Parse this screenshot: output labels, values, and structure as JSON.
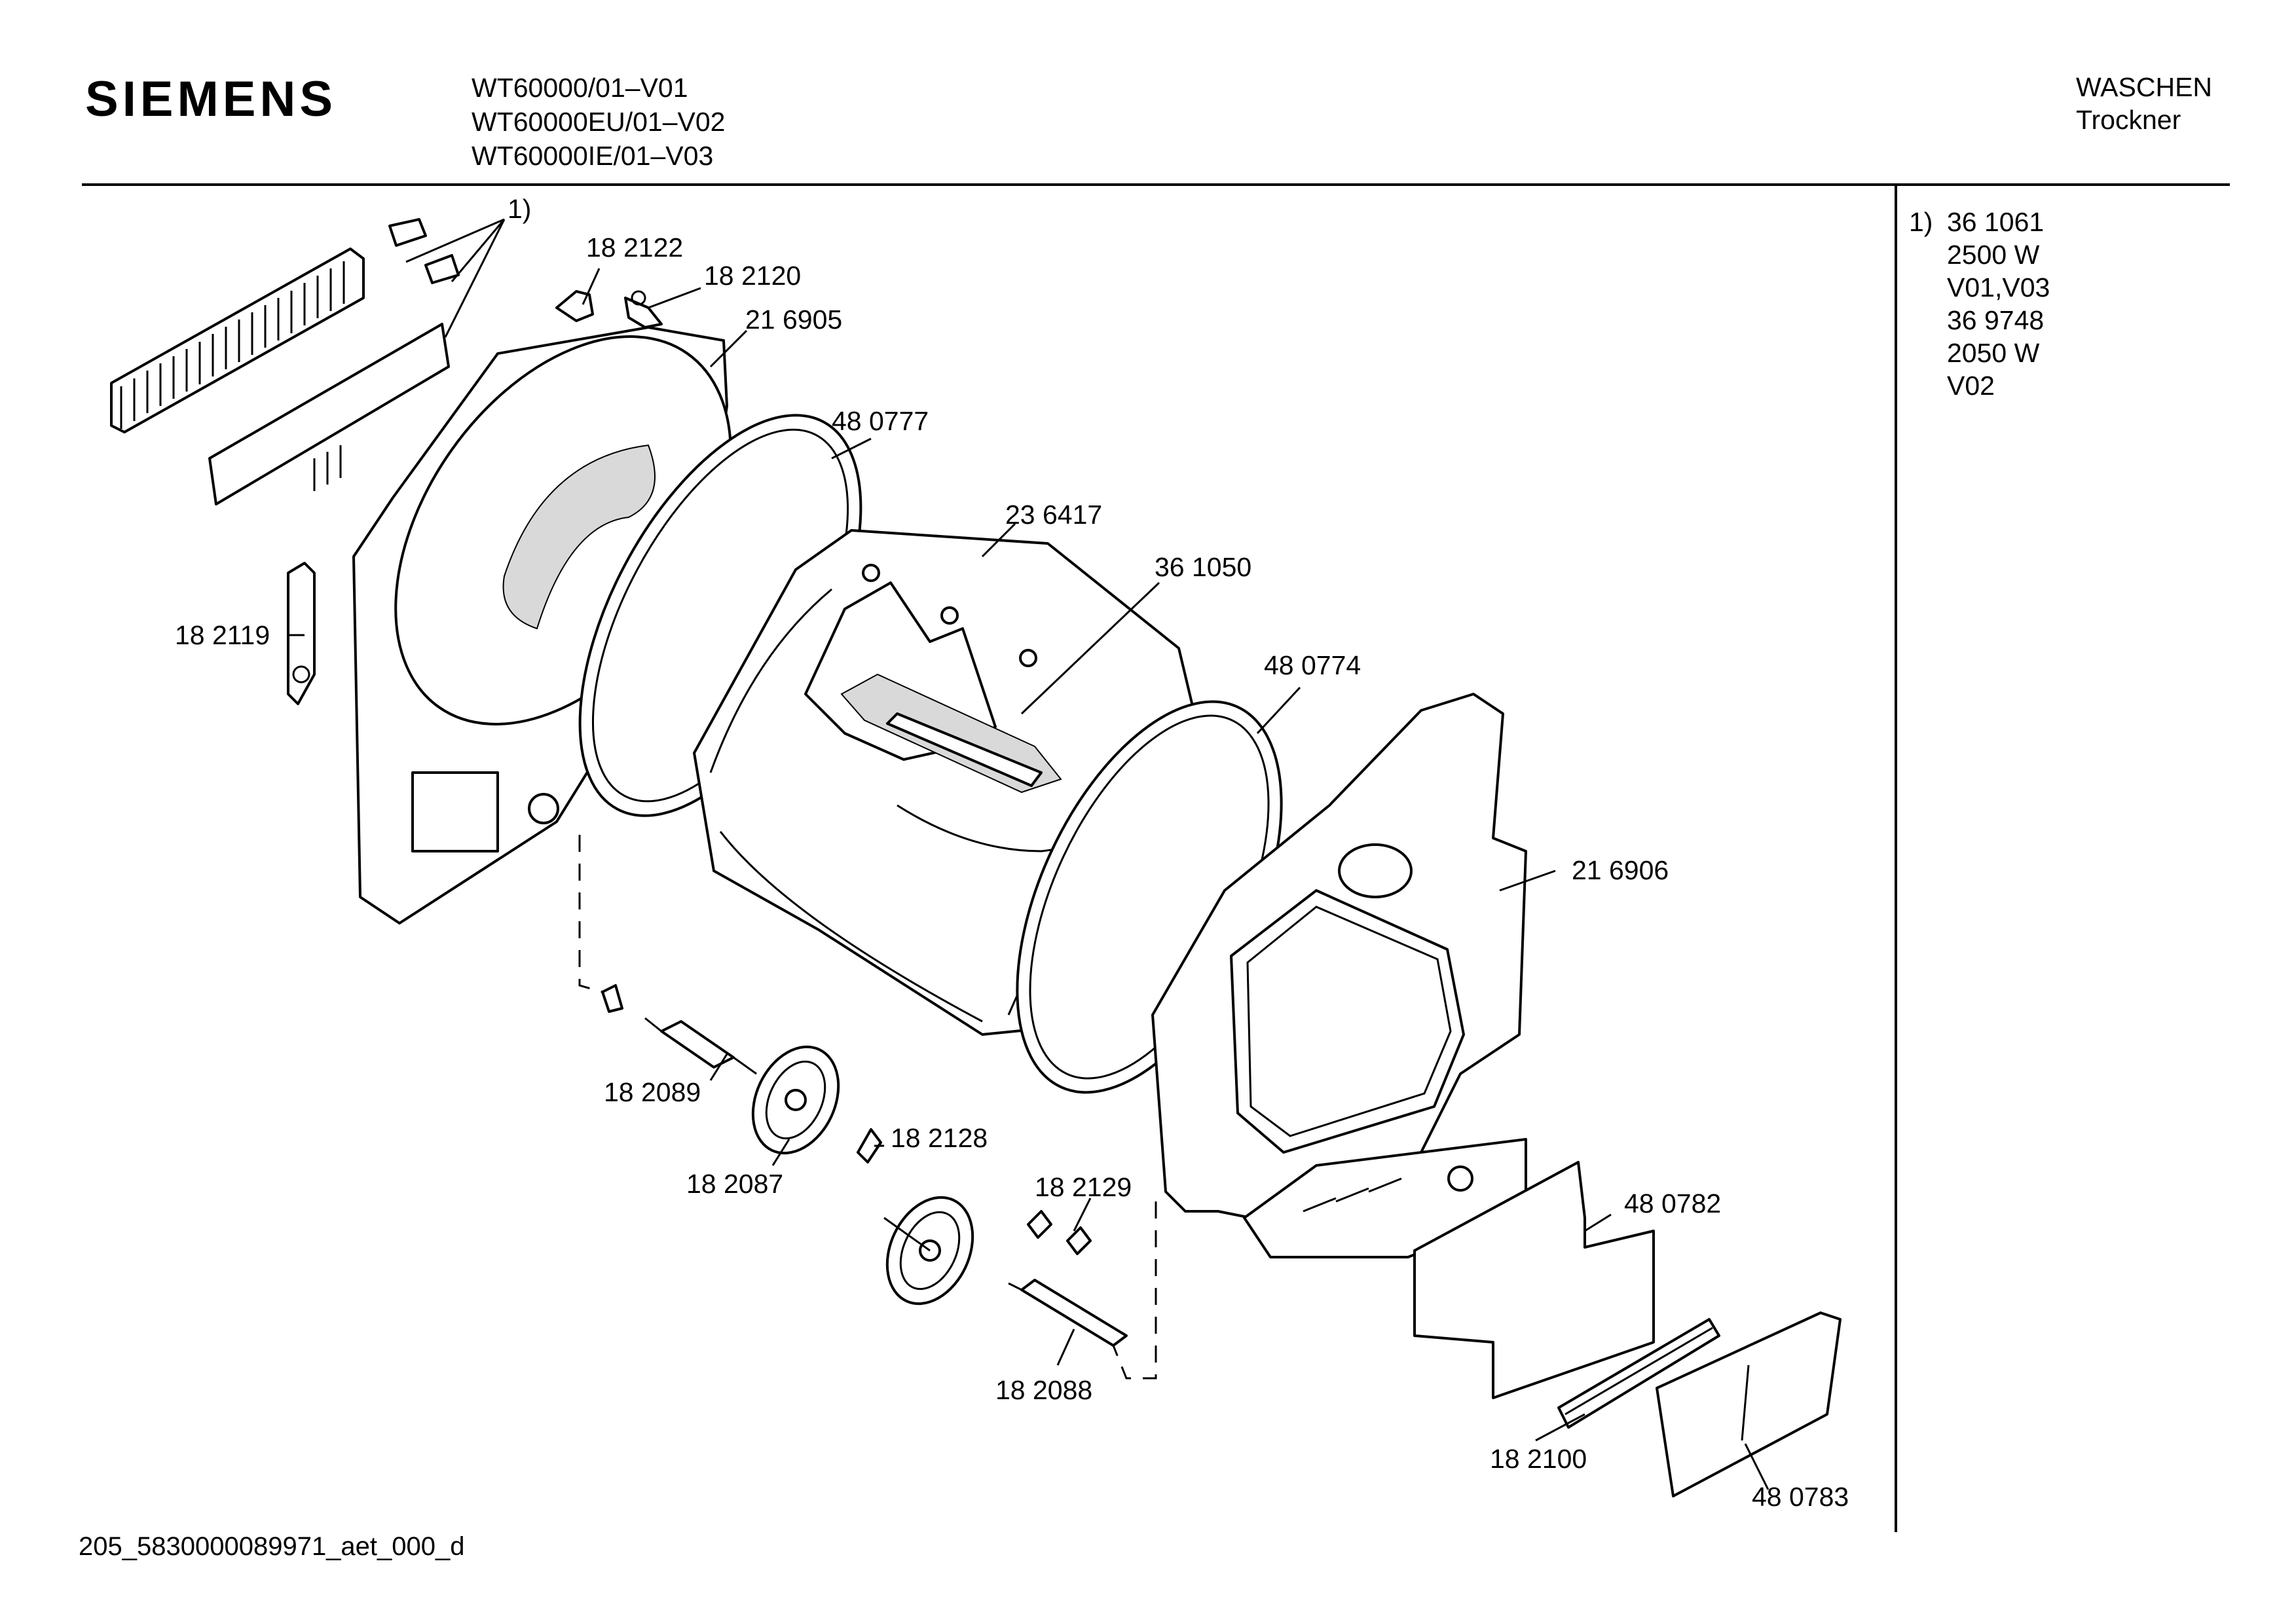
{
  "header": {
    "brand": "SIEMENS",
    "models": [
      "WT60000/01–V01",
      "WT60000EU/01–V02",
      "WT60000IE/01–V03"
    ],
    "category_line1": "WASCHEN",
    "category_line2": "Trockner"
  },
  "note": {
    "marker": "1)",
    "lines": [
      "36 1061",
      "2500 W",
      "V01,V03",
      "36 9748",
      "2050 W",
      "V02"
    ]
  },
  "callout_marker": "1)",
  "parts": {
    "p182122": "18 2122",
    "p182120": "18 2120",
    "p216905": "21 6905",
    "p480777": "48 0777",
    "p236417": "23 6417",
    "p361050": "36 1050",
    "p480774": "48 0774",
    "p182119": "18 2119",
    "p216906": "21 6906",
    "p182089": "18 2089",
    "p182128": "18 2128",
    "p182087": "18 2087",
    "p182129": "18 2129",
    "p480782": "48 0782",
    "p182088": "18 2088",
    "p182100": "18 2100",
    "p480783": "48 0783"
  },
  "footer": "205_5830000089971_aet_000_d"
}
